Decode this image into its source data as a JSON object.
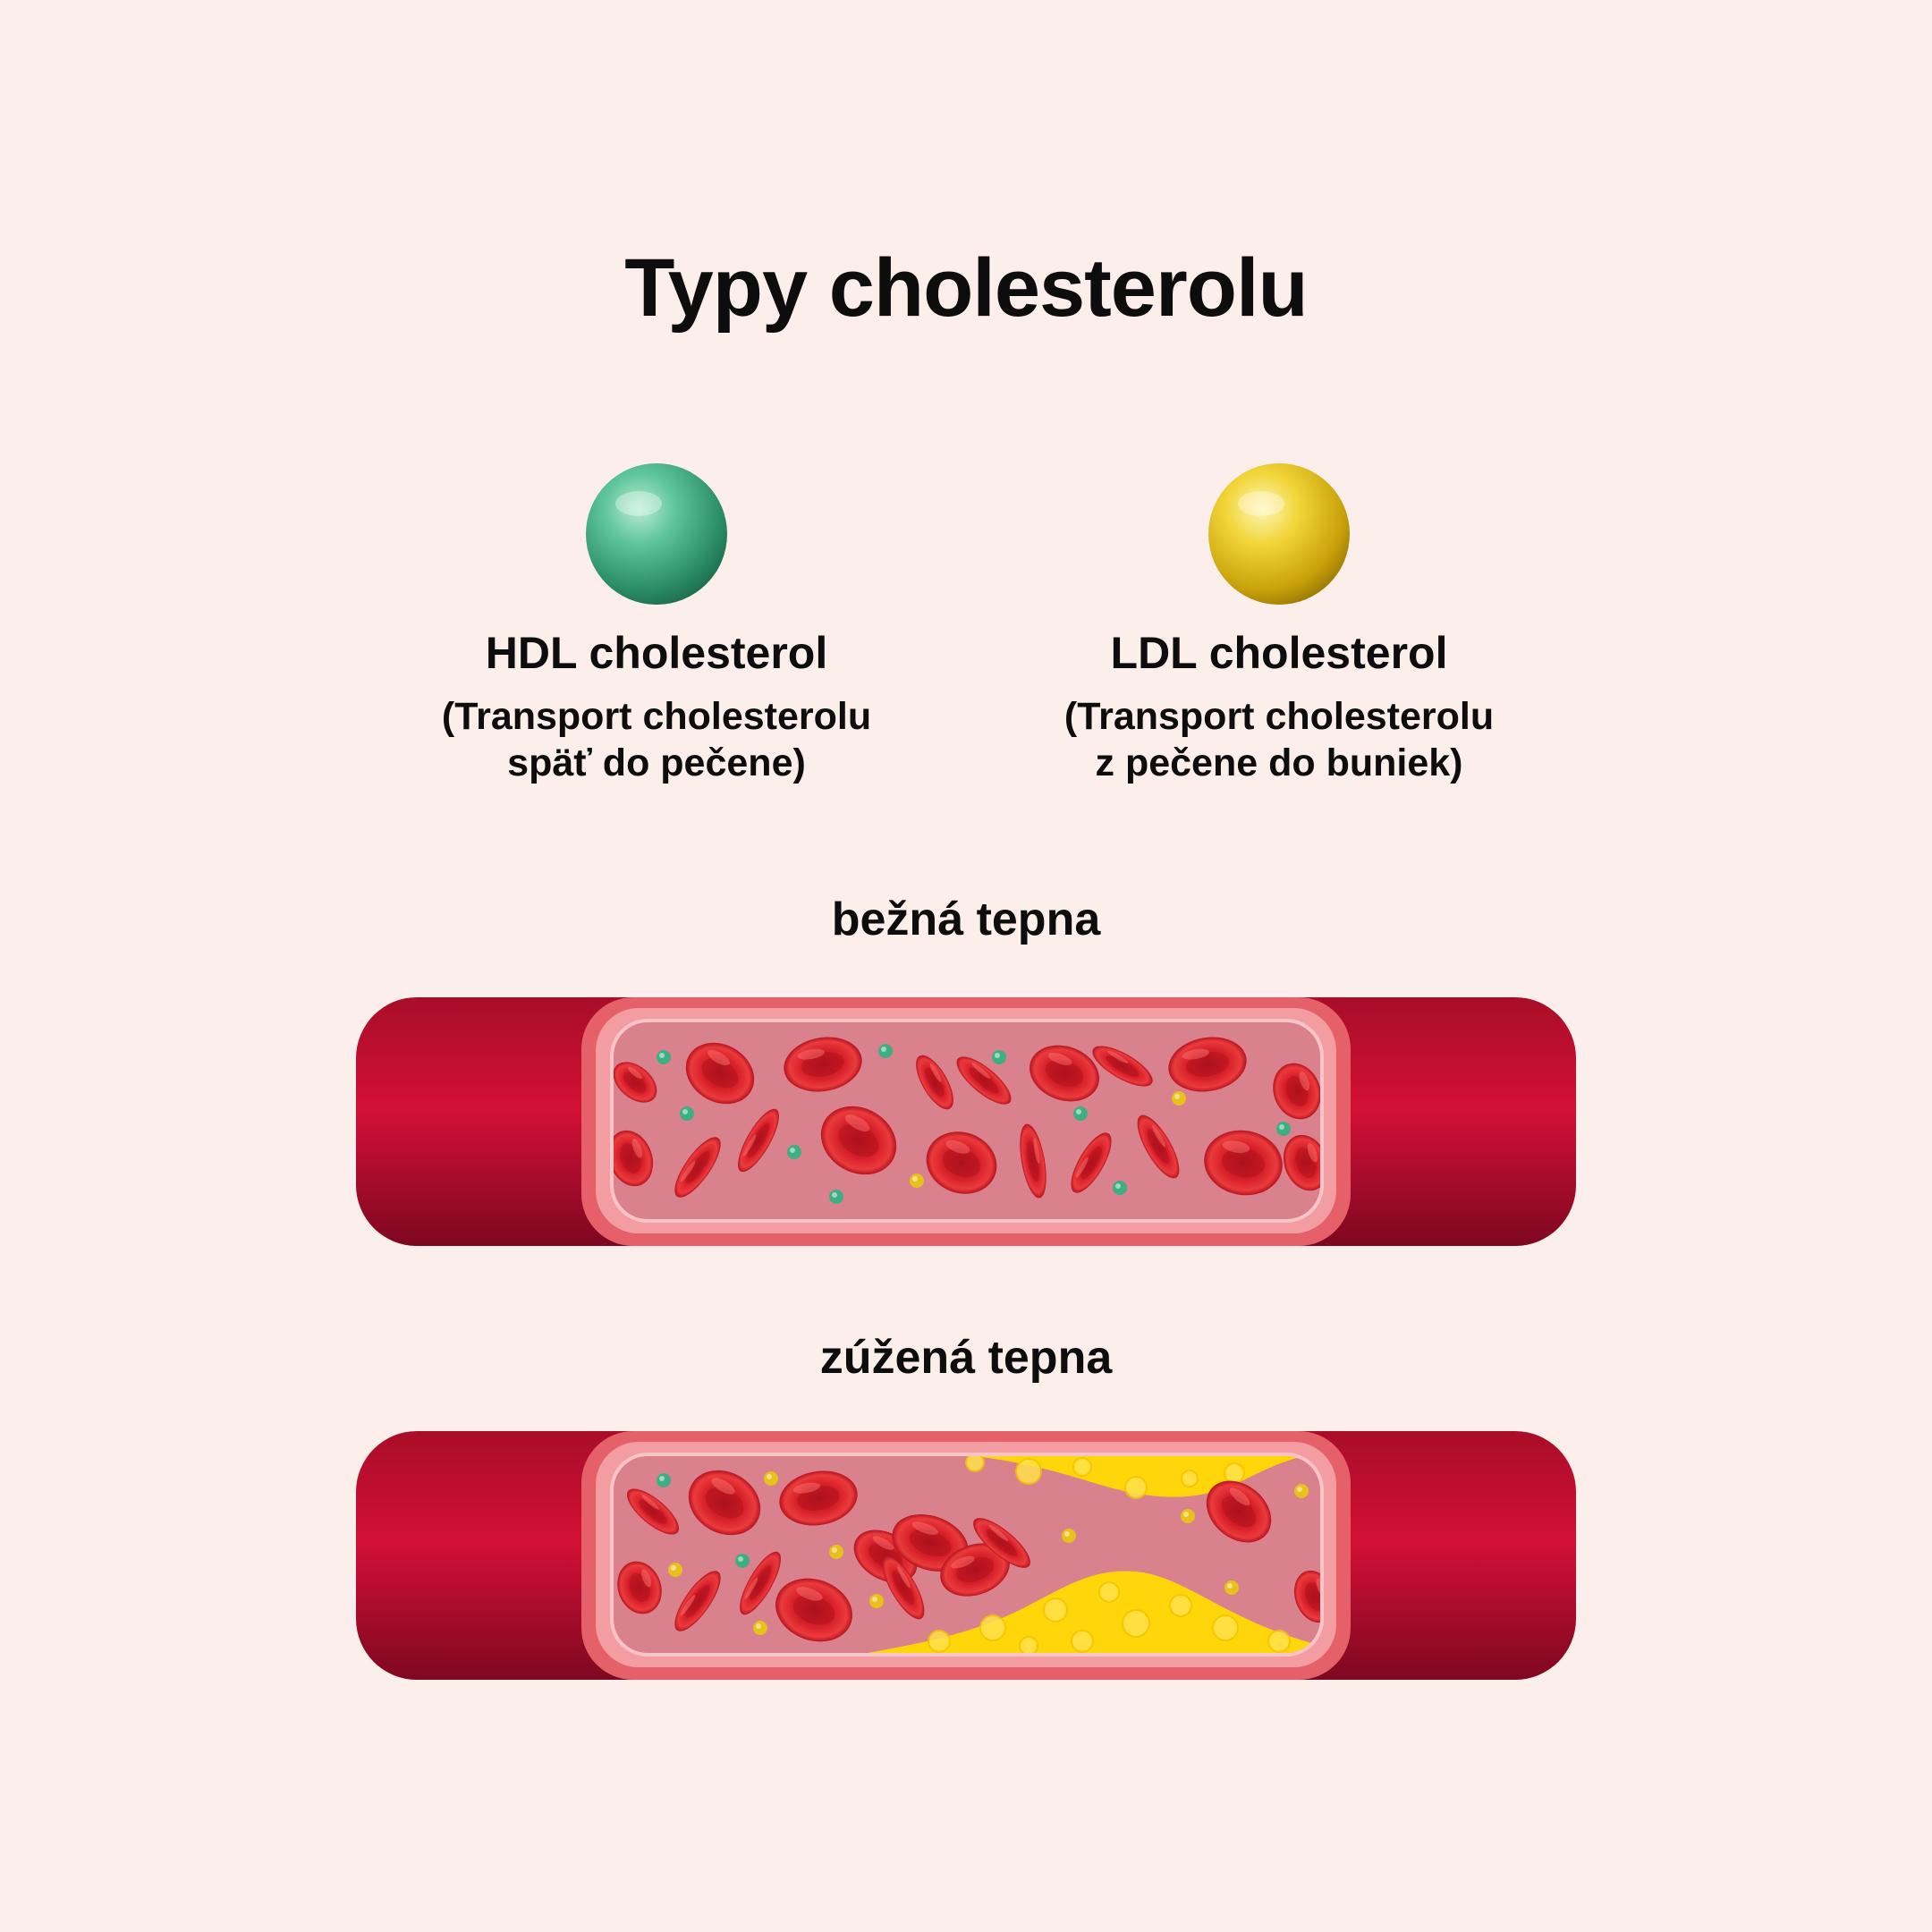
{
  "title": "Typy cholesterolu",
  "legend": [
    {
      "name": "HDL cholesterol",
      "desc_line1": "(Transport cholesterolu",
      "desc_line2": "späť do pečene)",
      "color": "#3fae82"
    },
    {
      "name": "LDL cholesterol",
      "desc_line1": "(Transport cholesterolu",
      "desc_line2": "z pečene do buniek)",
      "color": "#e6c21a"
    }
  ],
  "arteries": {
    "normal": {
      "label": "bežná tepna"
    },
    "narrowed": {
      "label": "zúžená tepna"
    }
  },
  "colors": {
    "background": "#fcefeb",
    "artery_wall": "#c8102e",
    "artery_lumen": "#d9818c",
    "red_blood_cell": "#d8202a",
    "plaque": "#ffd60a",
    "hdl": "#3fae82",
    "ldl": "#e6c21a"
  }
}
